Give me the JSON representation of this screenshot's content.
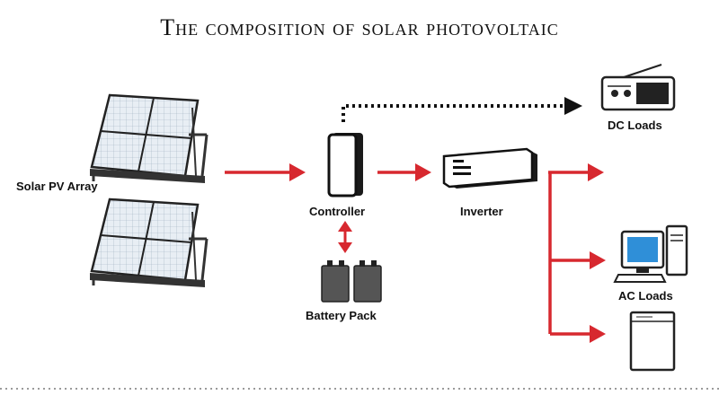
{
  "title": "The composition of solar photovoltaic",
  "nodes": {
    "solar_array": {
      "label": "Solar PV Array",
      "icon": "solar-panel-icon"
    },
    "controller": {
      "label": "Controller",
      "icon": "charge-controller-icon"
    },
    "battery": {
      "label": "Battery Pack",
      "icon": "battery-icon"
    },
    "inverter": {
      "label": "Inverter",
      "icon": "inverter-icon"
    },
    "dc_loads": {
      "label": "DC Loads",
      "icon": "radio-icon"
    },
    "ac_loads": {
      "label": "AC Loads",
      "icon": "computer-icon"
    },
    "appliance": {
      "label": "",
      "icon": "refrigerator-icon"
    }
  },
  "colors": {
    "arrow": "#d7282f",
    "dc_line": "#111111",
    "panel_frame": "#222222",
    "panel_cell": "#dfe7ef"
  }
}
